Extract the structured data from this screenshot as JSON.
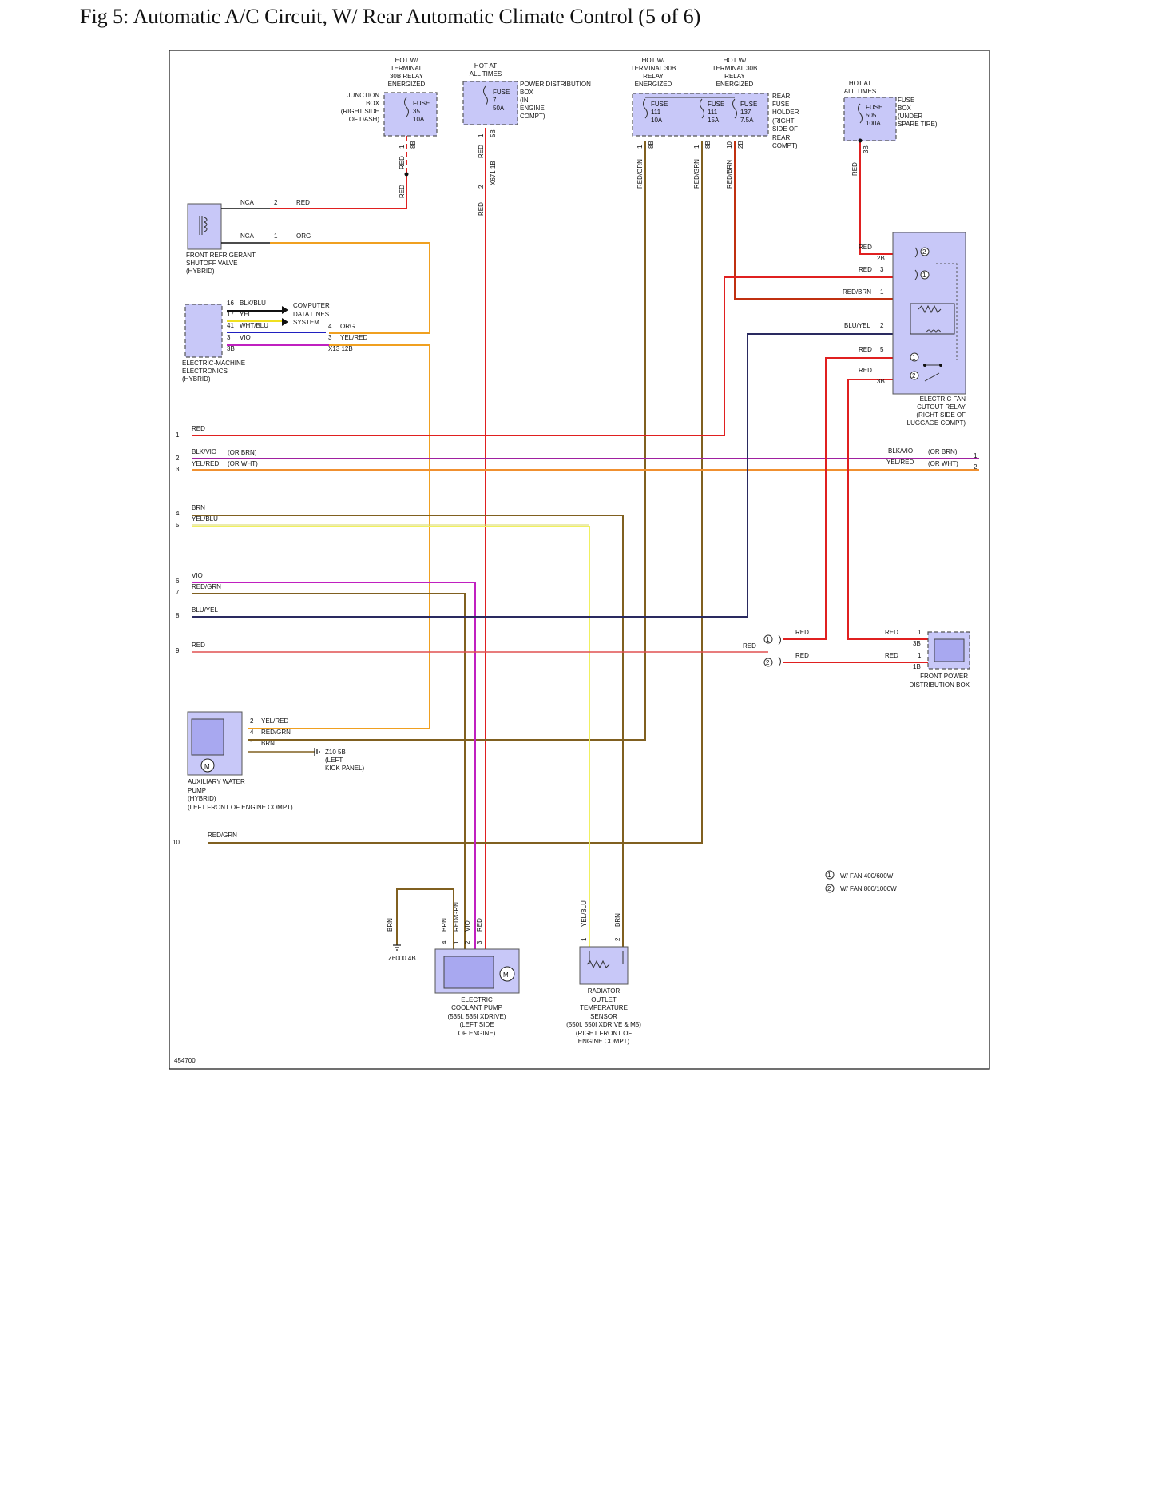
{
  "title": "Fig 5: Automatic A/C Circuit, W/ Rear Automatic Climate Control (5 of 6)",
  "doc_id": "454700",
  "colors": {
    "RED": "#e02020",
    "ORG": "#f0a020",
    "VIO": "#c020c0",
    "BRN": "#806020",
    "YEL": "#f0e020",
    "BLU": "#2020c0",
    "BLK": "#111111",
    "GRN": "#40a040"
  },
  "top_sources": {
    "junction_box": {
      "hot_label": [
        "HOT W/",
        "TERMINAL",
        "30B RELAY",
        "ENERGIZED"
      ],
      "name": [
        "JUNCTION",
        "BOX",
        "(RIGHT SIDE",
        "OF DASH)"
      ],
      "fuse": [
        "FUSE",
        "35",
        "10A"
      ],
      "pin": "1",
      "conn": "8B",
      "wire": "RED",
      "wire2": "RED"
    },
    "power_distribution_box": {
      "hot_label": [
        "HOT AT",
        "ALL TIMES"
      ],
      "name": [
        "POWER DISTRIBUTION",
        "BOX",
        "(IN",
        "ENGINE",
        "COMPT)"
      ],
      "fuse": [
        "FUSE",
        "7",
        "50A"
      ],
      "pin": "1",
      "conn": "5B",
      "wire": "RED",
      "conn2": "X671 1B",
      "pin2": "2",
      "wire2": "RED"
    },
    "rear_fuse_holder": {
      "hot_label_1": [
        "HOT W/",
        "TERMINAL 30B",
        "RELAY",
        "ENERGIZED"
      ],
      "hot_label_2": [
        "HOT W/",
        "TERMINAL 30B",
        "RELAY",
        "ENERGIZED"
      ],
      "name": [
        "REAR",
        "FUSE",
        "HOLDER",
        "(RIGHT",
        "SIDE OF",
        "REAR",
        "COMPT)"
      ],
      "fuse_a": [
        "FUSE",
        "111",
        "10A"
      ],
      "fuse_b": [
        "FUSE",
        "111",
        "15A"
      ],
      "fuse_c": [
        "FUSE",
        "137",
        "7.5A"
      ],
      "pins": [
        "1",
        "1",
        "10"
      ],
      "conns": [
        "8B",
        "8B",
        "2B"
      ],
      "wires": [
        "RED/GRN",
        "RED/GRN",
        "RED/BRN"
      ]
    },
    "fuse_box_spare": {
      "hot_label": [
        "HOT AT",
        "ALL TIMES"
      ],
      "name": [
        "FUSE",
        "BOX",
        "(UNDER",
        "SPARE TIRE)"
      ],
      "fuse": [
        "FUSE",
        "505",
        "100A"
      ],
      "conn": "3B",
      "wire": "RED"
    }
  },
  "left_components": {
    "shutoff_valve": {
      "name": [
        "FRONT REFRIGERANT",
        "SHUTOFF VALVE",
        "(HYBRID)"
      ],
      "pins": [
        {
          "nca": "NCA",
          "pin": "2",
          "wire": "RED"
        },
        {
          "nca": "NCA",
          "pin": "1",
          "wire": "ORG"
        }
      ]
    },
    "eme": {
      "name": [
        "ELECTRIC-MACHINE",
        "ELECTRONICS",
        "(HYBRID)"
      ],
      "pins": [
        {
          "pin": "16",
          "wire": "BLK/BLU"
        },
        {
          "pin": "17",
          "wire": "YEL"
        },
        {
          "pin": "41",
          "wire": "WHT/BLU"
        },
        {
          "pin": "3",
          "wire": "VIO"
        }
      ],
      "conn": "3B",
      "data_lines": [
        "COMPUTER",
        "DATA LINES",
        "SYSTEM"
      ],
      "x13": {
        "pin_a": "4",
        "wire_a": "ORG",
        "pin_b": "3",
        "wire_b": "YEL/RED",
        "conn": "X13 12B"
      }
    },
    "aux_pump": {
      "name": [
        "AUXILIARY WATER",
        "PUMP",
        "(HYBRID)",
        "(LEFT FRONT OF ENGINE COMPT)"
      ],
      "pins": [
        {
          "pin": "2",
          "wire": "YEL/RED"
        },
        {
          "pin": "4",
          "wire": "RED/GRN"
        },
        {
          "pin": "1",
          "wire": "BRN"
        }
      ],
      "ground": [
        "Z10 5B",
        "(LEFT",
        "KICK PANEL)"
      ]
    }
  },
  "harness": {
    "left": [
      {
        "n": "1",
        "wire": "RED",
        "alt": ""
      },
      {
        "n": "2",
        "wire": "BLK/VIO",
        "alt": "(OR BRN)"
      },
      {
        "n": "3",
        "wire": "YEL/RED",
        "alt": "(OR WHT)"
      },
      {
        "n": "4",
        "wire": "BRN",
        "alt": ""
      },
      {
        "n": "5",
        "wire": "YEL/BLU",
        "alt": ""
      },
      {
        "n": "6",
        "wire": "VIO",
        "alt": ""
      },
      {
        "n": "7",
        "wire": "RED/GRN",
        "alt": ""
      },
      {
        "n": "8",
        "wire": "BLU/YEL",
        "alt": ""
      },
      {
        "n": "9",
        "wire": "RED",
        "alt": ""
      },
      {
        "n": "10",
        "wire": "RED/GRN",
        "alt": ""
      }
    ],
    "right": [
      {
        "n": "1",
        "wire": "BLK/VIO",
        "alt": "(OR BRN)"
      },
      {
        "n": "2",
        "wire": "YEL/RED",
        "alt": "(OR WHT)"
      }
    ]
  },
  "fan_relay": {
    "name": [
      "ELECTRIC FAN",
      "CUTOUT RELAY",
      "(RIGHT SIDE OF",
      "LUGGAGE COMPT)"
    ],
    "pins": [
      {
        "wire": "RED",
        "pin": "2B"
      },
      {
        "wire": "RED",
        "pin": "3"
      },
      {
        "wire": "RED/BRN",
        "pin": "1"
      },
      {
        "wire": "BLU/YEL",
        "pin": "2"
      },
      {
        "wire": "RED",
        "pin": "5"
      },
      {
        "wire": "RED",
        "pin": "3B"
      }
    ]
  },
  "front_power_box": {
    "name": [
      "FRONT POWER",
      "DISTRIBUTION BOX"
    ],
    "wire_in": "RED",
    "pins": [
      {
        "wire": "RED",
        "wire2": "RED",
        "pin": "1",
        "conn": "3B"
      },
      {
        "wire": "RED",
        "wire2": "RED",
        "pin": "1",
        "conn": "1B"
      }
    ]
  },
  "legend": [
    {
      "mark": "1",
      "text": "W/ FAN 400/600W"
    },
    {
      "mark": "2",
      "text": "W/ FAN 800/1000W"
    }
  ],
  "bottom_components": {
    "ground": {
      "name": "Z6000 4B",
      "wire": "BRN"
    },
    "coolant_pump": {
      "name": [
        "ELECTRIC",
        "COOLANT PUMP",
        "(535I, 535I XDRIVE)",
        "(LEFT SIDE",
        "OF ENGINE)"
      ],
      "pins": [
        "4",
        "1",
        "2",
        "3"
      ],
      "wires": [
        "BRN",
        "RED/GRN",
        "VIO",
        "RED"
      ]
    },
    "radiator_sensor": {
      "name": [
        "RADIATOR",
        "OUTLET",
        "TEMPERATURE",
        "SENSOR",
        "(550I, 550I XDRIVE & M5)",
        "(RIGHT FRONT OF",
        "ENGINE COMPT)"
      ],
      "pins": [
        "1",
        "2"
      ],
      "wires": [
        "YEL/BLU",
        "BRN"
      ]
    }
  }
}
